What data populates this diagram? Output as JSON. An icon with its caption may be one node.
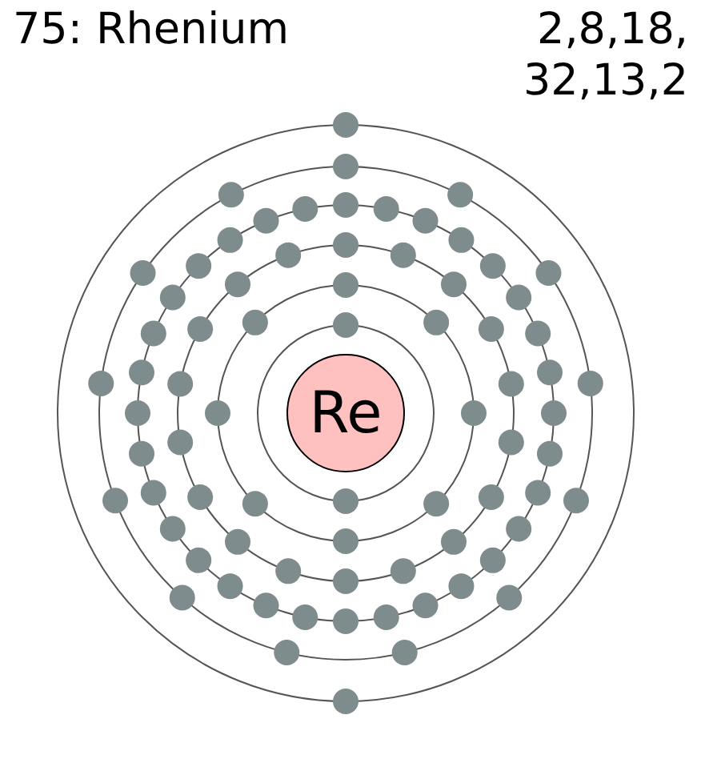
{
  "diagram": {
    "title": "75: Rhenium",
    "nodes": [
      {
        "text": [
          "Re"
        ]
      }
    ],
    "labels": [
      "2,8,18, 32,13,2"
    ]
  }
}
